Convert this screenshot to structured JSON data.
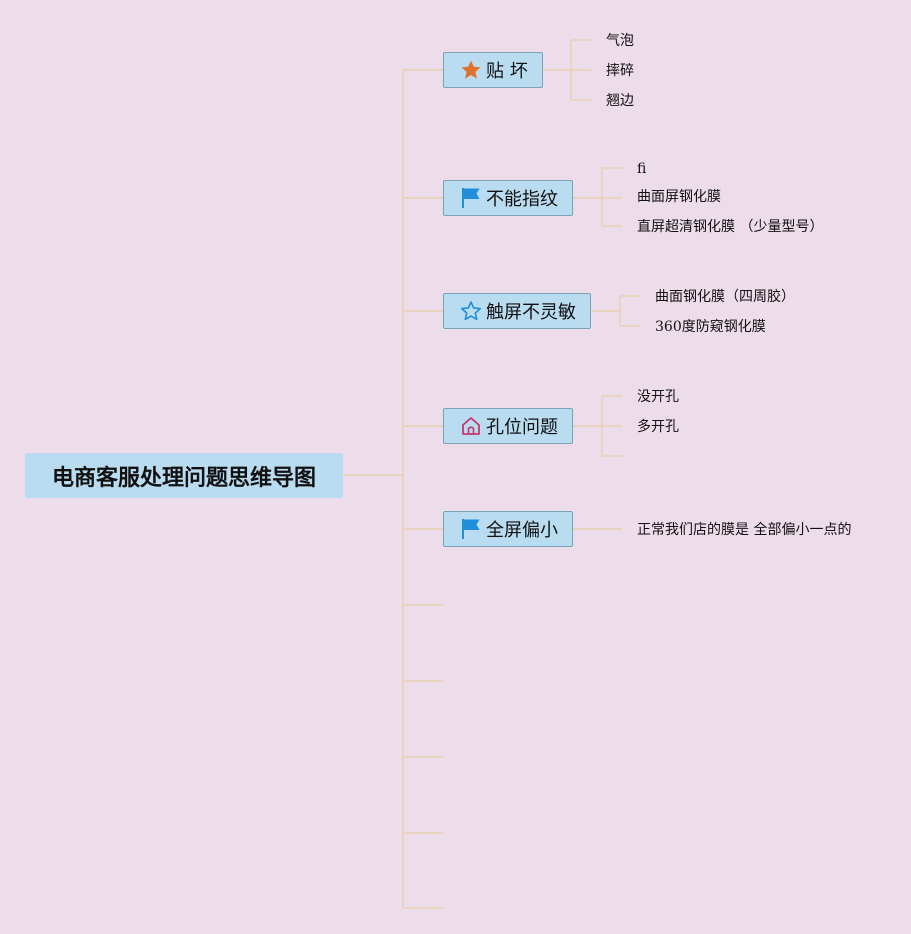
{
  "root": {
    "title": "电商客服处理问题思维导图"
  },
  "topics": [
    {
      "label": "贴 坏",
      "icon": "star-filled-icon",
      "icon_color": "#e0702c",
      "children": [
        "气泡",
        "摔碎",
        "翘边"
      ]
    },
    {
      "label": "不能指纹",
      "icon": "flag-icon",
      "icon_color": "#1e8fd8",
      "children": [
        "fi",
        "曲面屏钢化膜",
        "直屏超清钢化膜 （少量型号）"
      ]
    },
    {
      "label": "触屏不灵敏",
      "icon": "star-outline-icon",
      "icon_color": "#1e8fd8",
      "children": [
        "曲面钢化膜（四周胶）",
        "360度防窥钢化膜"
      ]
    },
    {
      "label": "孔位问题",
      "icon": "home-icon",
      "icon_color": "#c8366a",
      "children": [
        "没开孔",
        "多开孔",
        ""
      ]
    },
    {
      "label": "全屏偏小",
      "icon": "flag-icon",
      "icon_color": "#1e8fd8",
      "children": [
        "正常我们店的膜是 全部偏小一点的"
      ]
    }
  ],
  "colors": {
    "background": "#eddce9",
    "node_fill": "#b9dcf0",
    "connector": "#e6cfa6"
  }
}
